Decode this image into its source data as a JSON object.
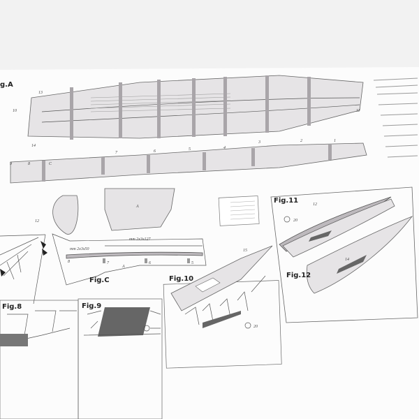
{
  "sheet": {
    "top_figure_label": "g.A",
    "hull_part_numbers": [
      "13",
      "10",
      "14",
      "9",
      "8",
      "C",
      "7",
      "6",
      "5",
      "4",
      "3",
      "2",
      "1",
      "11"
    ],
    "bulkhead_labels": [
      "A",
      "A"
    ],
    "keel_dimension_long": "mm 2x3x127",
    "keel_dimension_short": "mm 2x3x50",
    "keel_station_numbers": [
      "8",
      "7",
      "6",
      "5"
    ],
    "rudder_part_number": "12",
    "deck_part_number": "15",
    "fig11_part_numbers": [
      "12",
      "14"
    ],
    "time_badge": "20"
  },
  "figures": {
    "fig_c": "Fig.C",
    "fig_8": "Fig.8",
    "fig_9": "Fig.9",
    "fig_10": "Fig.10",
    "fig_11": "Fig.11",
    "fig_12": "Fig.12"
  },
  "colors": {
    "paper": "#fbfbfb",
    "ink": "#555555",
    "shade": "#bdb9bd"
  }
}
